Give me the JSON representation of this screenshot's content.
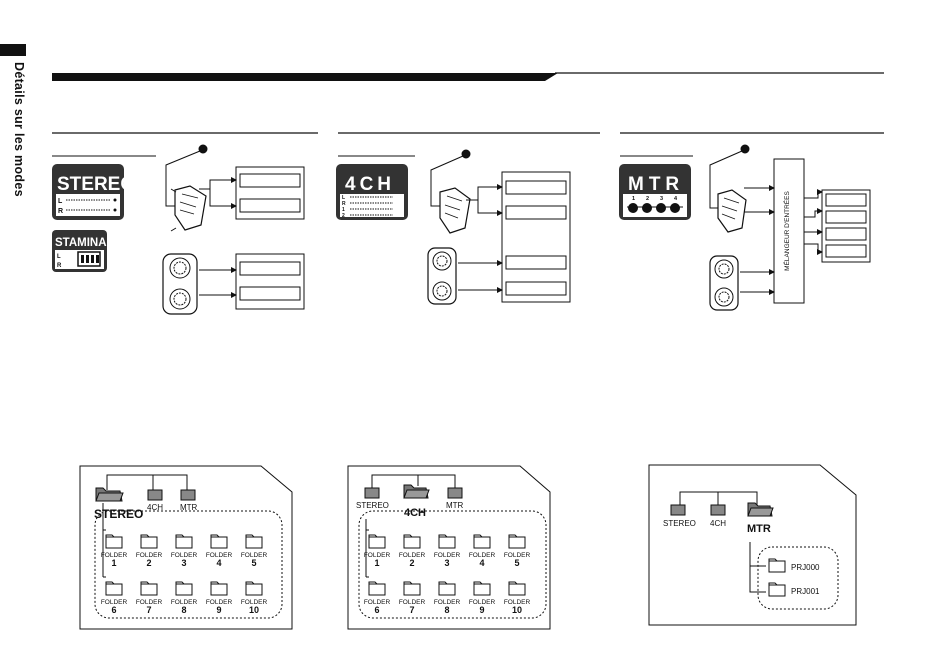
{
  "section_title": "Détails sur les modes",
  "modes": {
    "stereo": {
      "label": "STEREO",
      "channels": [
        "L",
        "R"
      ]
    },
    "stamina": {
      "label": "STAMINA",
      "channels": [
        "L",
        "R"
      ]
    },
    "fourch": {
      "label": "4CH",
      "channels": [
        "L",
        "R",
        "1",
        "2"
      ]
    },
    "mtr": {
      "label": "MTR",
      "tracks": [
        "1",
        "2",
        "3",
        "4"
      ]
    }
  },
  "mixer_label": "MÉLANGEUR D'ENTRÉES",
  "folders": {
    "stereo": {
      "root": [
        "STEREO",
        "4CH",
        "MTR"
      ],
      "sub_label": "FOLDER",
      "sub": [
        "1",
        "2",
        "3",
        "4",
        "5",
        "6",
        "7",
        "8",
        "9",
        "10"
      ]
    },
    "fourch": {
      "root": [
        "STEREO",
        "4CH",
        "MTR"
      ],
      "sub_label": "FOLDER",
      "sub": [
        "1",
        "2",
        "3",
        "4",
        "5",
        "6",
        "7",
        "8",
        "9",
        "10"
      ]
    },
    "mtr": {
      "root": [
        "STEREO",
        "4CH",
        "MTR"
      ],
      "projects": [
        "PRJ000",
        "PRJ001"
      ]
    }
  }
}
